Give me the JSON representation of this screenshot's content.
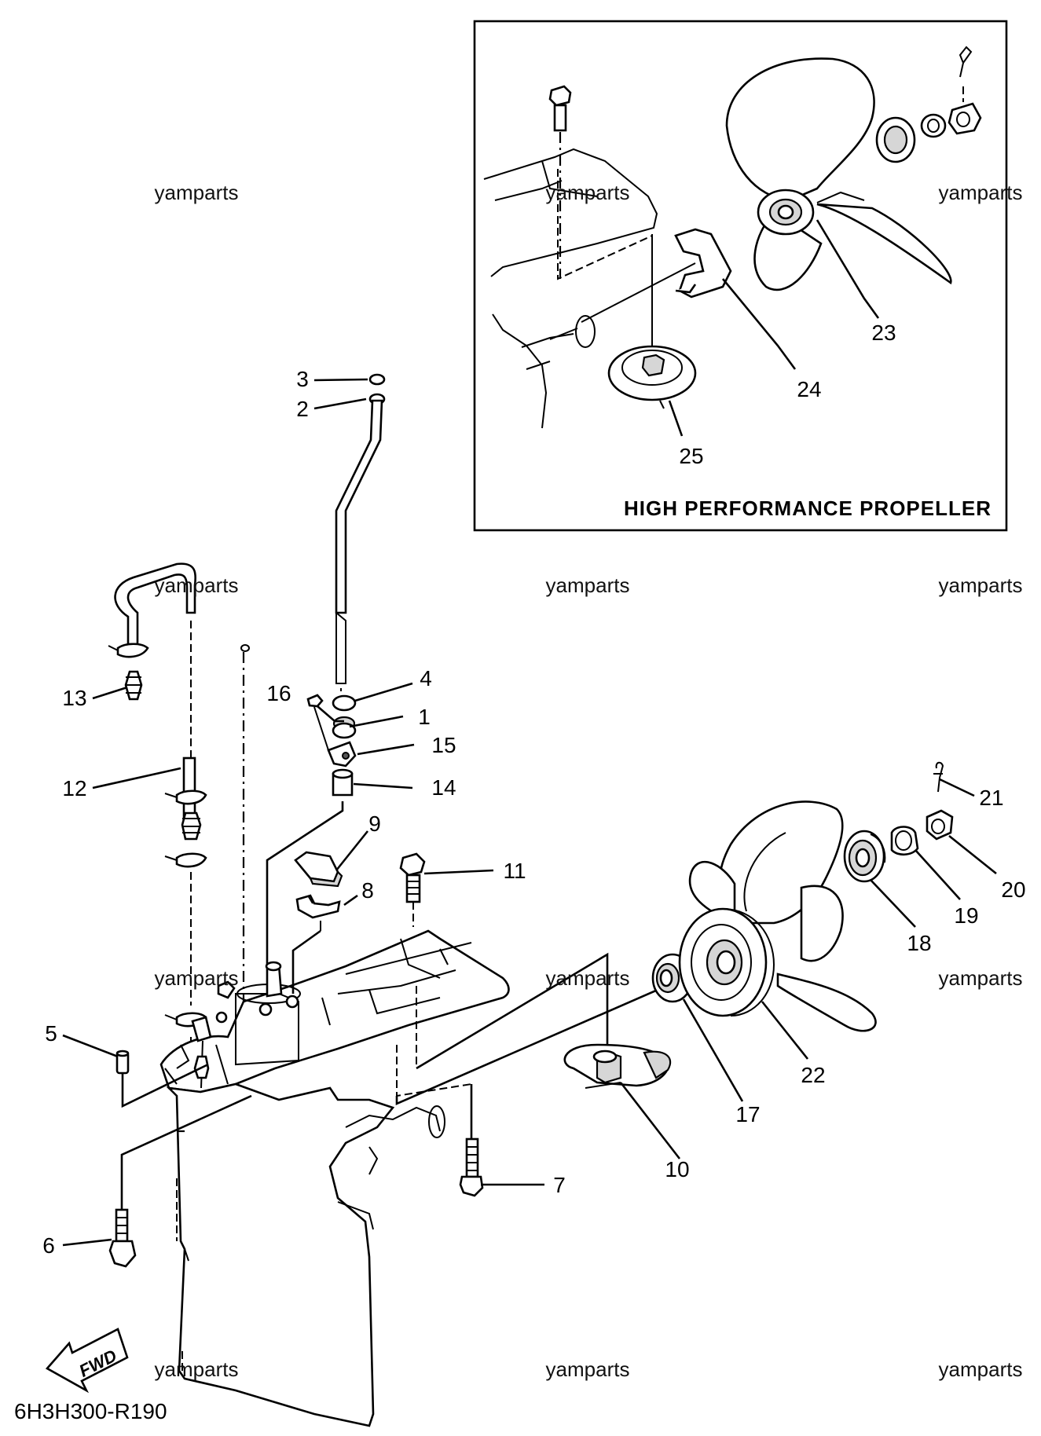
{
  "inset": {
    "title": "HIGH PERFORMANCE PROPELLER"
  },
  "diagram_code": "6H3H300-R190",
  "fwd_label": "FWD",
  "watermarks": [
    "yamparts",
    "yamparts",
    "yamparts",
    "yamparts",
    "yamparts",
    "yamparts",
    "yamparts",
    "yamparts",
    "yamparts",
    "yamparts",
    "yamparts",
    "yamparts"
  ],
  "part_numbers": [
    "1",
    "2",
    "3",
    "4",
    "5",
    "6",
    "7",
    "8",
    "9",
    "10",
    "11",
    "12",
    "13",
    "14",
    "15",
    "16",
    "17",
    "18",
    "19",
    "20",
    "21",
    "22",
    "23",
    "24",
    "25"
  ],
  "icons": {
    "fwd_arrow": "fwd-arrow-icon"
  }
}
